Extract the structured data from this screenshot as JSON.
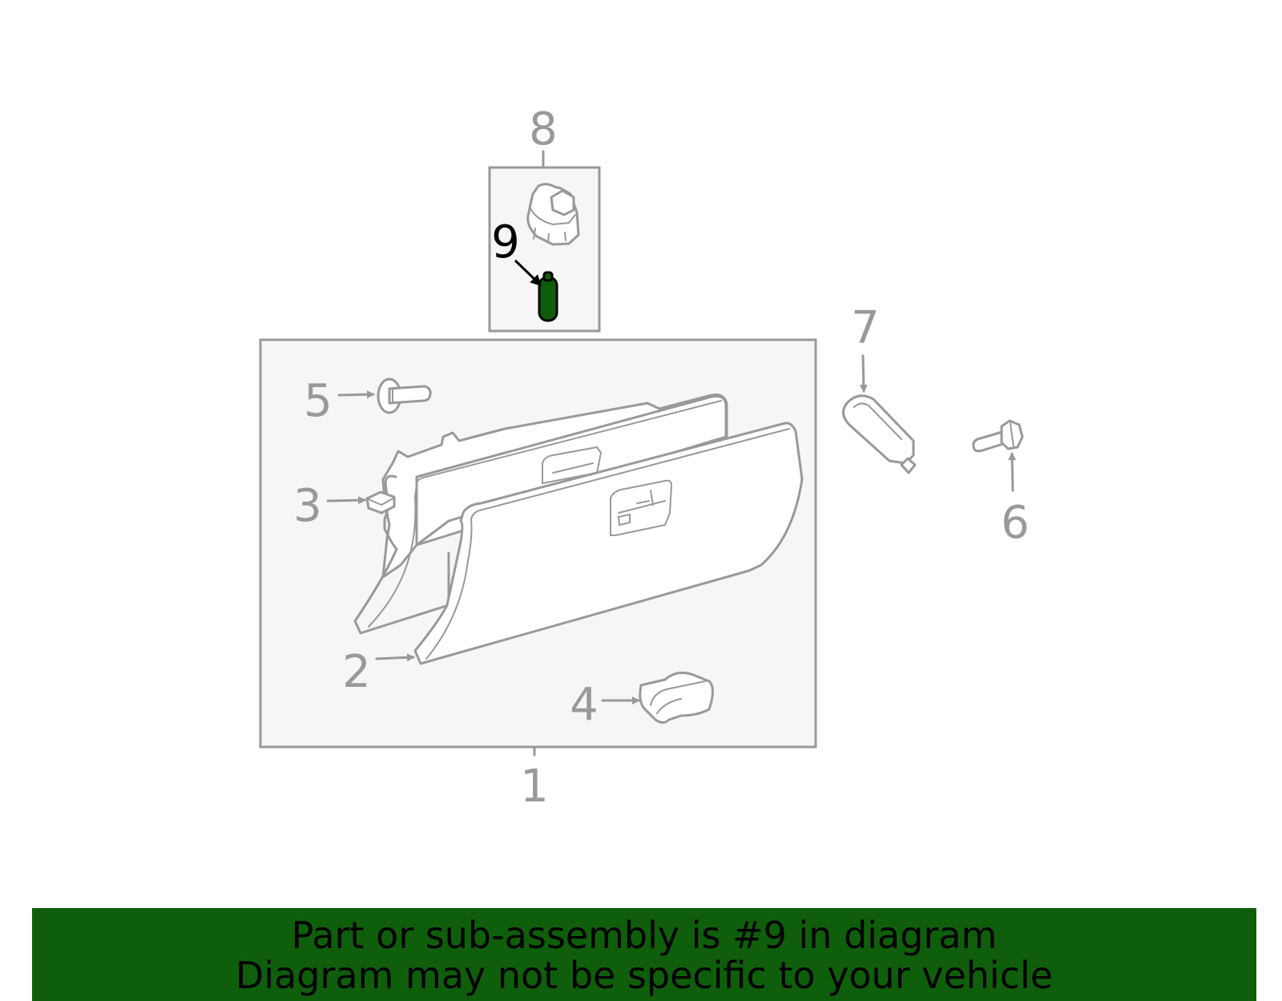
{
  "diagram": {
    "callouts": {
      "c1": "1",
      "c2": "2",
      "c3": "3",
      "c4": "4",
      "c5": "5",
      "c6": "6",
      "c7": "7",
      "c8": "8",
      "c9": "9"
    },
    "highlighted_callout": "9",
    "colors": {
      "line": "#999999",
      "box_fill": "#f6f6f6",
      "highlight_part": "#0f5e0b",
      "highlight_callout": "#000000",
      "banner": "#0f5e0b"
    }
  },
  "banner": {
    "line1": "Part or sub-assembly is #9 in diagram",
    "line2": "Diagram may not be specific to your vehicle"
  }
}
